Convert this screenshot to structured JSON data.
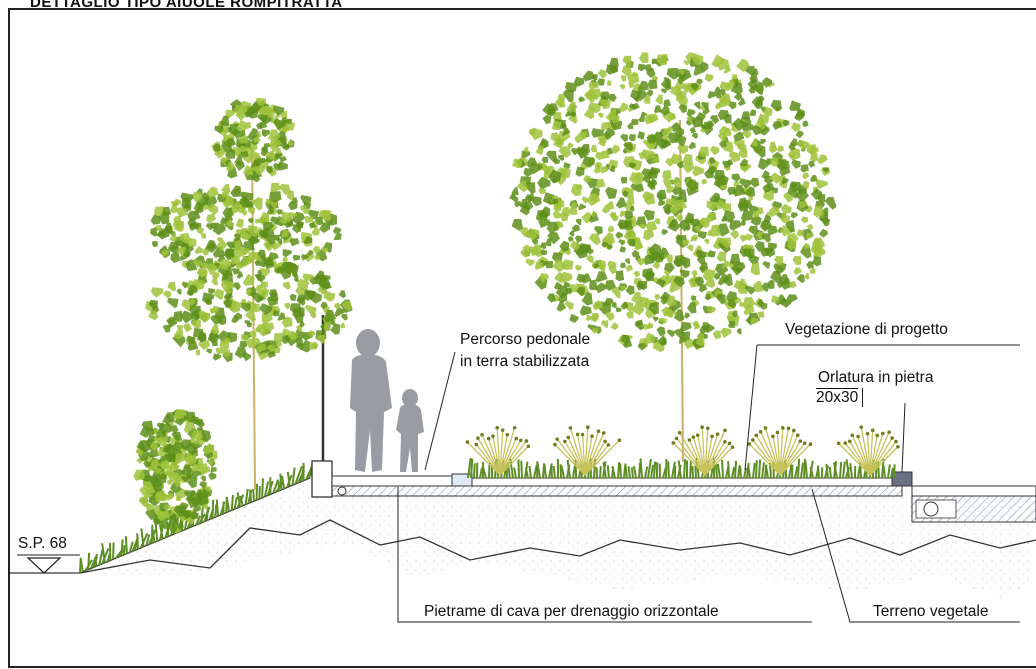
{
  "title": "DETTAGLIO TIPO AIUOLE ROMPITRATTA",
  "labels": {
    "percorso_line1": "Percorso pedonale",
    "percorso_line2": "in terra stabilizzata",
    "vegetazione": "Vegetazione di progetto",
    "orlatura_line1": "Orlatura in pietra",
    "orlatura_line2": "20x30",
    "sp68": "S.P. 68",
    "pietrame": "Pietrame di cava per drenaggio orizzontale",
    "terreno": "Terreno vegetale"
  },
  "colors": {
    "foliage_dark": "#5e8f1a",
    "foliage_light": "#9fc23a",
    "figure": "#9a9ca3",
    "ground_line": "#333333",
    "gravel": "#f2f2ee",
    "path_hatch": "#8da3c9",
    "grass": "#5d8d25"
  }
}
